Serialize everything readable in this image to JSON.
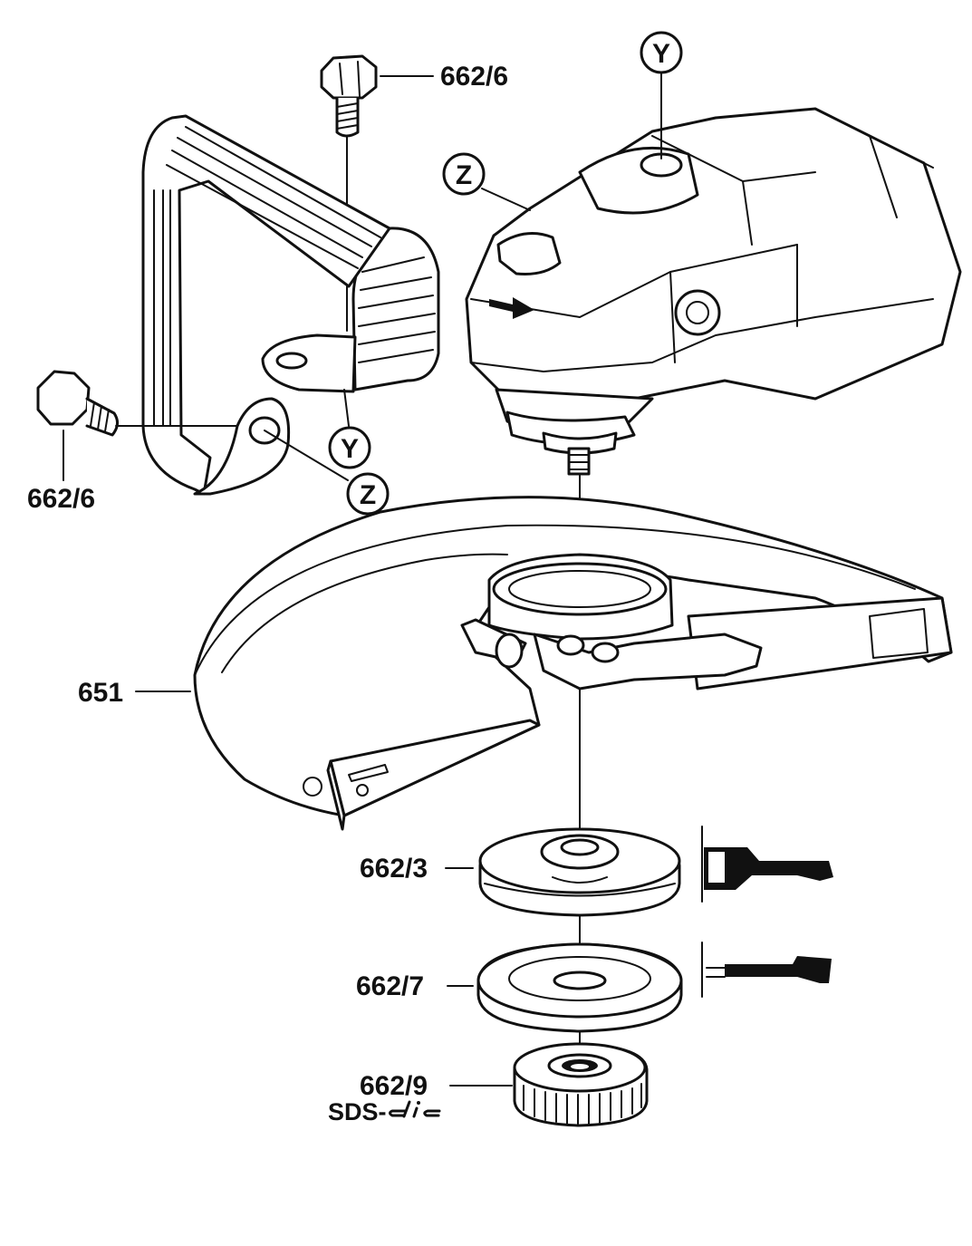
{
  "diagram": {
    "parts": [
      {
        "id": "p_662_6_top",
        "label": "662/6"
      },
      {
        "id": "p_662_6_left",
        "label": "662/6"
      },
      {
        "id": "p_651",
        "label": "651"
      },
      {
        "id": "p_662_3",
        "label": "662/3"
      },
      {
        "id": "p_662_7",
        "label": "662/7"
      },
      {
        "id": "p_662_9",
        "label": "662/9",
        "sublabel_prefix": "SDS-",
        "sublabel_logo": "clic"
      }
    ],
    "markers": {
      "y_top": "Y",
      "z_top": "Z",
      "y_handle": "Y",
      "z_handle": "Z"
    }
  }
}
